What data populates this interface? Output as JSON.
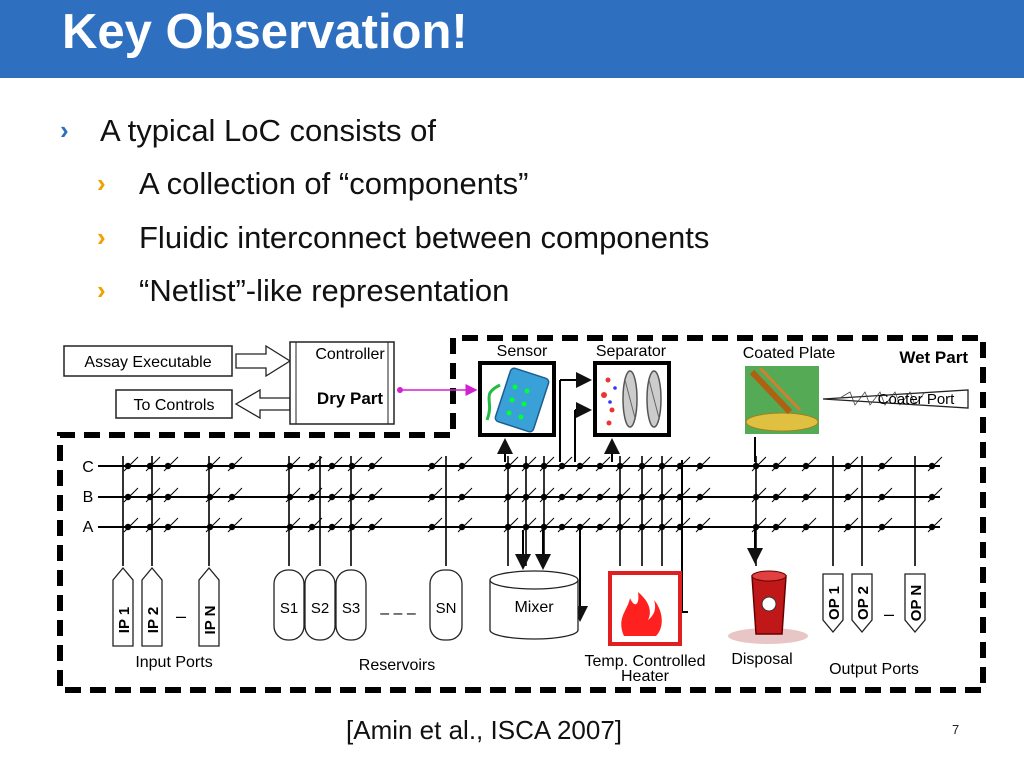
{
  "slide": {
    "title": "Key Observation!",
    "bullets": [
      "A typical LoC consists of",
      "A collection of “components”",
      "Fluidic interconnect between components",
      "“Netlist”-like representation"
    ],
    "citation": "[Amin et al., ISCA 2007]",
    "page_number": "7",
    "accent_color": "#2e6fc0",
    "sub_bullet_color": "#f0a000"
  },
  "diagram": {
    "assay_executable": "Assay Executable",
    "to_controls": "To Controls",
    "controller": "Controller",
    "dry_part": "Dry Part",
    "wet_part": "Wet Part",
    "sensor": "Sensor",
    "separator": "Separator",
    "coated_plate": "Coated Plate",
    "coater_port": "Coater Port",
    "channels": [
      "C",
      "B",
      "A"
    ],
    "input_ports": [
      "IP 1",
      "IP 2",
      "IP N"
    ],
    "input_ports_label": "Input Ports",
    "reservoirs": [
      "S1",
      "S2",
      "S3",
      "SN"
    ],
    "reservoirs_label": "Reservoirs",
    "mixer": "Mixer",
    "heater_line1": "Temp. Controlled",
    "heater_line2": "Heater",
    "disposal": "Disposal",
    "output_ports": [
      "OP 1",
      "OP 2",
      "OP N"
    ],
    "output_ports_label": "Output Ports",
    "dash_short": "–",
    "dash_long": "– – –"
  }
}
